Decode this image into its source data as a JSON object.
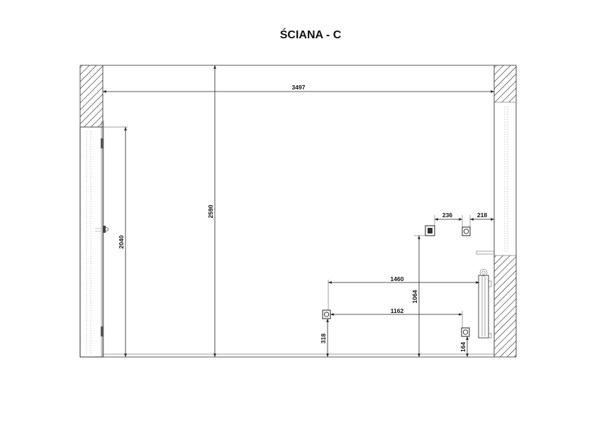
{
  "title": "ŚCIANA - C",
  "dimensions": {
    "wall_width": "3497",
    "wall_height": "2590",
    "door_height": "2040",
    "socket_spacing": "236",
    "socket_to_wall": "218",
    "switch_height": "1064",
    "outlet_distance_long": "1460",
    "outlet_distance_short": "1162",
    "outlet_height_left": "318",
    "outlet_height_right": "164"
  }
}
